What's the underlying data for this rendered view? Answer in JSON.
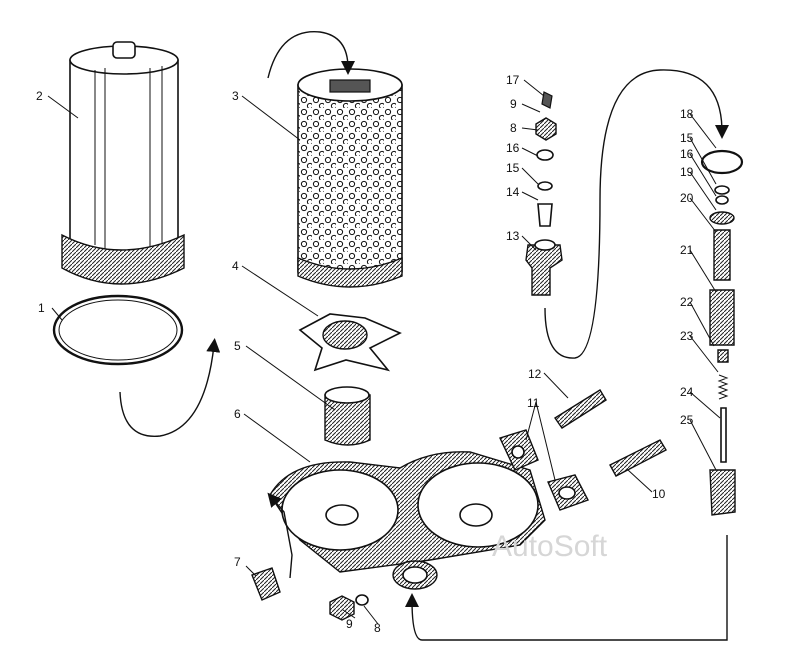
{
  "callouts": {
    "c1": "1",
    "c2": "2",
    "c3": "3",
    "c4": "4",
    "c5": "5",
    "c6": "6",
    "c7": "7",
    "c8a": "8",
    "c8b": "8",
    "c9a": "9",
    "c9b": "9",
    "c10": "10",
    "c11": "11",
    "c12": "12",
    "c13": "13",
    "c14": "14",
    "c15a": "15",
    "c15b": "15",
    "c16a": "16",
    "c16b": "16",
    "c17": "17",
    "c18": "18",
    "c19": "19",
    "c20": "20",
    "c21": "21",
    "c22": "22",
    "c23": "23",
    "c24": "24",
    "c25": "25"
  },
  "watermark": "AutoSoft"
}
